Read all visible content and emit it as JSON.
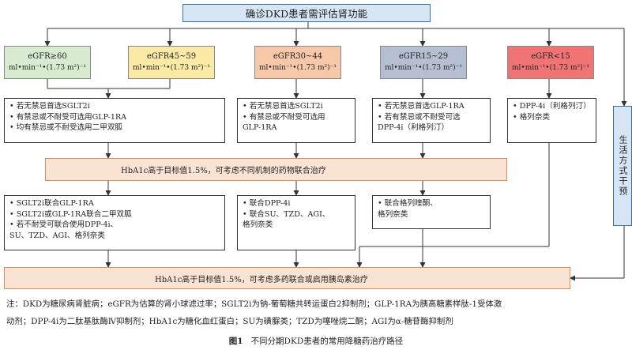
{
  "header": "确诊DKD患者需评估肾功能",
  "stages": [
    {
      "label": "eGFR≥60",
      "unit": "ml•min⁻¹•(1.73 m²)⁻¹",
      "color": "#d8ebd1"
    },
    {
      "label": "eGFR45~59",
      "unit": "ml•min⁻¹•(1.73 m²)⁻¹",
      "color": "#fbeaa6"
    },
    {
      "label": "eGFR30~44",
      "unit": "ml•min⁻¹•(1.73 m²)⁻¹",
      "color": "#f7c7a9"
    },
    {
      "label": "eGFR15~29",
      "unit": "ml•min⁻¹•(1.73 m²)⁻¹",
      "color": "#b6bfd2"
    },
    {
      "label": "eGFR<15",
      "unit": "ml•min⁻¹•(1.73 m²)⁻¹",
      "color": "#f07474"
    }
  ],
  "first_line": {
    "col1": [
      "• 若无禁忌首选SGLT2i",
      "• 有禁忌或不耐受可选用GLP-1RA",
      "• 均有禁忌或不耐受选用二甲双胍"
    ],
    "col2": [
      "• 若无禁忌首选SGLT2i",
      "• 有禁忌或不耐受可选用",
      "   GLP-1RA"
    ],
    "col3": [
      "• 若无禁忌首选GLP-1RA",
      "• 若有禁忌或不耐受可选",
      "   DPP-4i（利格列汀）"
    ],
    "col4": [
      "• DPP-4i（利格列汀）",
      "• 格列奈类"
    ]
  },
  "combo_banner": "HbA1c高于目标值1.5%，可考虑不同机制的药物联合治疗",
  "second_line": {
    "col1": [
      "• SGLT2i联合GLP-1RA",
      "• SGLT2i或GLP-1RA联合二甲双胍",
      "• 若不耐受可联合使用DPP-4i、",
      "   SU、TZD、AGI、格列奈类"
    ],
    "col2": [
      "• 联合DPP-4i",
      "• 联合SU、TZD、AGI、",
      "   格列奈类"
    ],
    "col3": [
      "• 联合格列喹酮、",
      "   格列奈类"
    ]
  },
  "insulin_banner": "HbA1c高于目标值1.5%，可考虑多药联合或启用胰岛素治疗",
  "lifestyle": "生活方式干预",
  "notes": [
    "注：DKD为糖尿病肾脏病；eGFR为估算的肾小球滤过率；SGLT2i为钠-葡萄糖共转运蛋白2抑制剂；GLP-1RA为胰高糖素样肽-1受体激",
    "动剂；DPP-4i为二肽基肽酶Ⅳ抑制剂；HbA1c为糖化血红蛋白；SU为磺脲类；TZD为噻唑烷二酮；AGI为α-糖苷酶抑制剂"
  ],
  "caption": {
    "fig": "图1",
    "text": "不同分期DKD患者的常用降糖药治疗路径"
  }
}
